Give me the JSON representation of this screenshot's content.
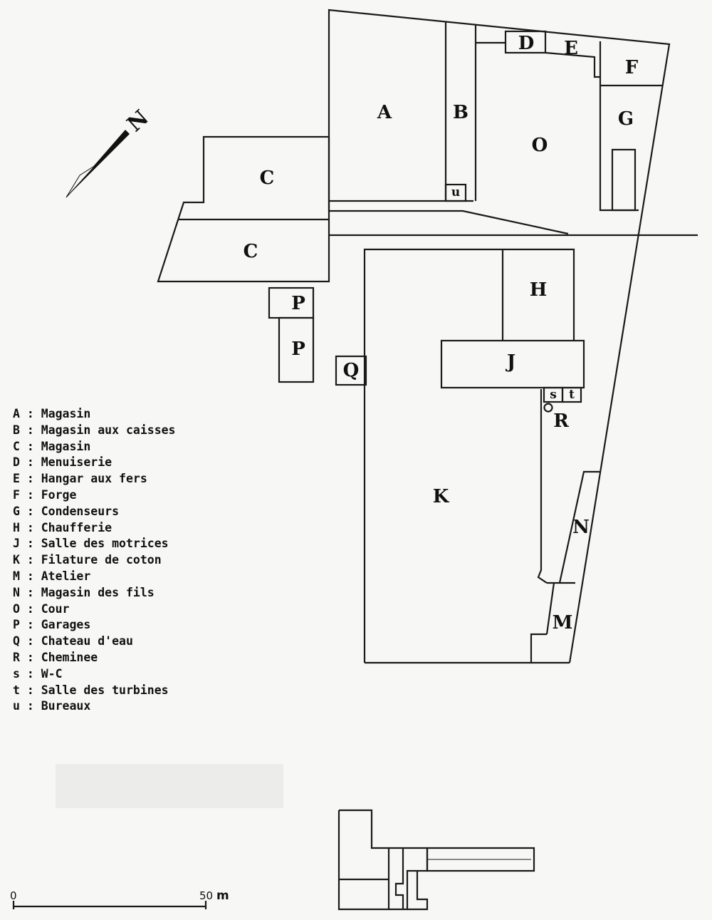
{
  "plan": {
    "labels": {
      "A": "A",
      "B": "B",
      "C1": "C",
      "C2": "C",
      "D": "D",
      "E": "E",
      "F": "F",
      "G": "G",
      "O": "O",
      "u": "u",
      "H": "H",
      "J": "J",
      "P1": "P",
      "P2": "P",
      "Q": "Q",
      "s": "s",
      "t": "t",
      "R": "R",
      "K": "K",
      "N": "N",
      "M": "M"
    },
    "north": "N"
  },
  "legend": [
    {
      "key": "A",
      "sep": " : ",
      "name": "Magasin"
    },
    {
      "key": "B",
      "sep": " : ",
      "name": "Magasin aux caisses"
    },
    {
      "key": "C",
      "sep": " : ",
      "name": "Magasin"
    },
    {
      "key": "D",
      "sep": " : ",
      "name": "Menuiserie"
    },
    {
      "key": "E",
      "sep": " : ",
      "name": "Hangar aux fers"
    },
    {
      "key": "F",
      "sep": " : ",
      "name": "Forge"
    },
    {
      "key": "G",
      "sep": " : ",
      "name": "Condenseurs"
    },
    {
      "key": "H",
      "sep": " : ",
      "name": "Chaufferie"
    },
    {
      "key": "J",
      "sep": " : ",
      "name": "Salle des motrices"
    },
    {
      "key": "K",
      "sep": " : ",
      "name": "Filature de coton"
    },
    {
      "key": "M",
      "sep": " : ",
      "name": "Atelier"
    },
    {
      "key": "N",
      "sep": " : ",
      "name": "Magasin des fils"
    },
    {
      "key": "O",
      "sep": " : ",
      "name": "Cour"
    },
    {
      "key": "P",
      "sep": " : ",
      "name": "Garages"
    },
    {
      "key": "Q",
      "sep": " : ",
      "name": "Chateau d'eau"
    },
    {
      "key": "R",
      "sep": " : ",
      "name": "Cheminee"
    },
    {
      "key": "s",
      "sep": " : ",
      "name": "W-C"
    },
    {
      "key": "t",
      "sep": " : ",
      "name": "Salle des turbines"
    },
    {
      "key": "u",
      "sep": " : ",
      "name": "Bureaux"
    }
  ],
  "scale_bar": {
    "start": "0",
    "end": "50",
    "unit": "m"
  }
}
